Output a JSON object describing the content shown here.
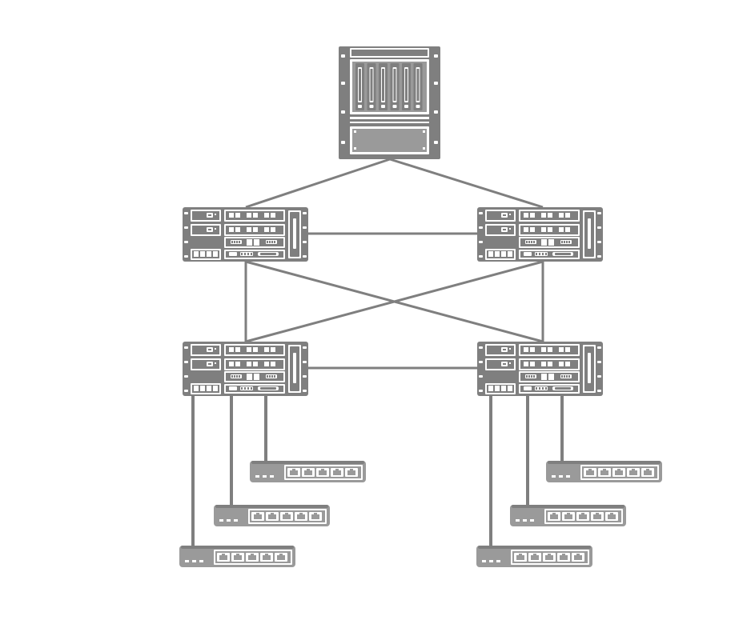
{
  "colors": {
    "device": "#7f7f7f",
    "device_light": "#9a9a9a",
    "detail": "#ffffff",
    "link": "#7f7f7f",
    "background": "#ffffff"
  },
  "devices": {
    "core": {
      "id": "core-chassis",
      "icon": "chassis-rack-icon"
    },
    "distribution": [
      {
        "id": "distribution-switch-left",
        "icon": "rack-switch-icon"
      },
      {
        "id": "distribution-switch-right",
        "icon": "rack-switch-icon"
      }
    ],
    "access": [
      {
        "id": "access-switch-left",
        "icon": "rack-switch-icon"
      },
      {
        "id": "access-switch-right",
        "icon": "rack-switch-icon"
      }
    ],
    "edge_switches": [
      {
        "id": "edge-switch-left-1",
        "icon": "edge-switch-icon",
        "uplink": "access-switch-left"
      },
      {
        "id": "edge-switch-left-2",
        "icon": "edge-switch-icon",
        "uplink": "access-switch-left"
      },
      {
        "id": "edge-switch-left-3",
        "icon": "edge-switch-icon",
        "uplink": "access-switch-left"
      },
      {
        "id": "edge-switch-right-1",
        "icon": "edge-switch-icon",
        "uplink": "access-switch-right"
      },
      {
        "id": "edge-switch-right-2",
        "icon": "edge-switch-icon",
        "uplink": "access-switch-right"
      },
      {
        "id": "edge-switch-right-3",
        "icon": "edge-switch-icon",
        "uplink": "access-switch-right"
      }
    ]
  },
  "links": [
    [
      "core-chassis",
      "distribution-switch-left"
    ],
    [
      "core-chassis",
      "distribution-switch-right"
    ],
    [
      "distribution-switch-left",
      "distribution-switch-right"
    ],
    [
      "distribution-switch-left",
      "access-switch-left"
    ],
    [
      "distribution-switch-left",
      "access-switch-right"
    ],
    [
      "distribution-switch-right",
      "access-switch-left"
    ],
    [
      "distribution-switch-right",
      "access-switch-right"
    ],
    [
      "access-switch-left",
      "access-switch-right"
    ],
    [
      "access-switch-left",
      "edge-switch-left-1"
    ],
    [
      "access-switch-left",
      "edge-switch-left-2"
    ],
    [
      "access-switch-left",
      "edge-switch-left-3"
    ],
    [
      "access-switch-right",
      "edge-switch-right-1"
    ],
    [
      "access-switch-right",
      "edge-switch-right-2"
    ],
    [
      "access-switch-right",
      "edge-switch-right-3"
    ]
  ]
}
